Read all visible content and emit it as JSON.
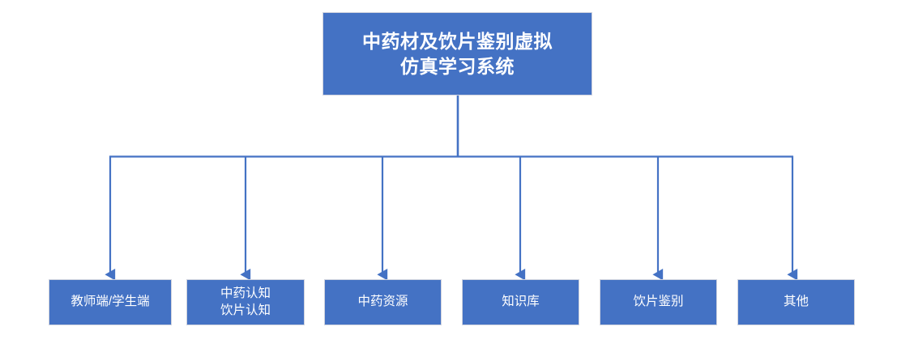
{
  "diagram": {
    "type": "organization-tree",
    "orientation": "top-down",
    "accent_color": "#4472C4",
    "border_color": "#D0D3DE",
    "text_color": "#FFFFFF",
    "background_color": "#FFFFFF",
    "root": {
      "label": "中药材及饮片鉴别虚拟\n仿真学习系统"
    },
    "children": [
      {
        "label": "教师端/学生端"
      },
      {
        "label": "中药认知\n饮片认知"
      },
      {
        "label": "中药资源"
      },
      {
        "label": "知识库"
      },
      {
        "label": "饮片鉴别"
      },
      {
        "label": "其他"
      }
    ]
  }
}
